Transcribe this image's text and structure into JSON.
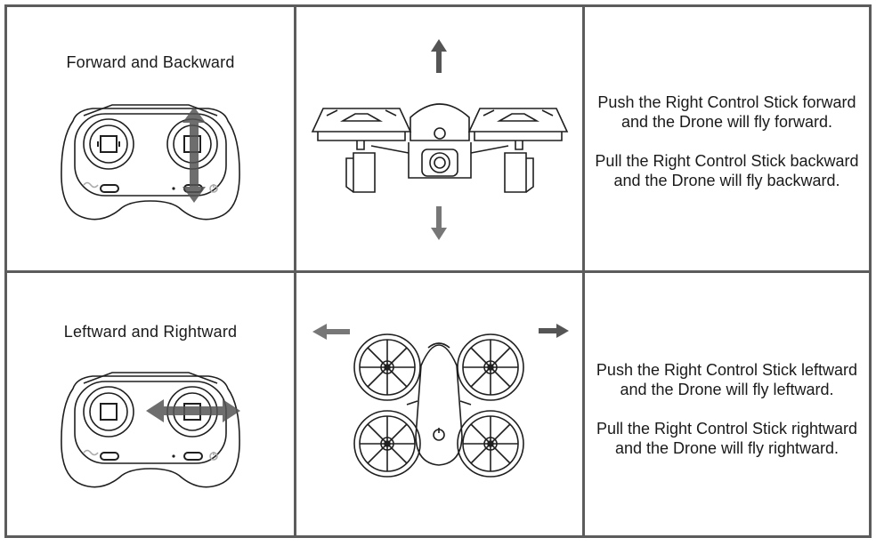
{
  "rows": [
    {
      "title": "Forward and Backward",
      "instructions": [
        [
          "Push the Right Control Stick forward",
          "and the Drone will fly forward."
        ],
        [
          "Pull the Right Control Stick backward",
          "and the Drone will fly backward."
        ]
      ]
    },
    {
      "title": "Leftward and Rightward",
      "instructions": [
        [
          "Push the Right Control Stick leftward",
          "and the Drone will fly leftward."
        ],
        [
          "Pull  the Right Control Stick rightward",
          "and the Drone will fly rightward."
        ]
      ]
    }
  ],
  "colors": {
    "border": "#5c5c5c",
    "line": "#1f1f1f",
    "arrow": "#555555"
  },
  "icons": [
    "controller-icon",
    "drone-front-icon",
    "drone-top-icon",
    "arrow-icon",
    "power-icon"
  ]
}
